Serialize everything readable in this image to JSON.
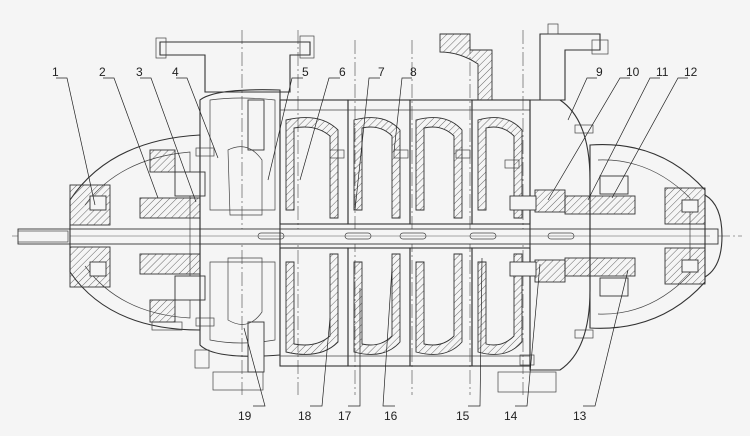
{
  "callouts": {
    "top": [
      "1",
      "2",
      "3",
      "4",
      "5",
      "6",
      "7",
      "8",
      "9",
      "10",
      "11",
      "12"
    ],
    "bottom": [
      "19",
      "18",
      "17",
      "16",
      "15",
      "14",
      "13"
    ]
  },
  "colors": {
    "background": "#f5f5f5",
    "line": "#333333"
  }
}
